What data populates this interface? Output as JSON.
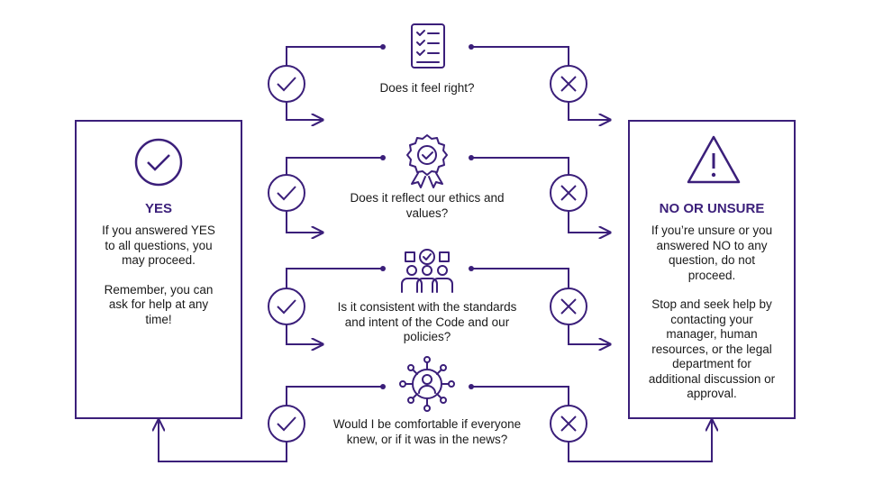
{
  "yes_box": {
    "title": "YES",
    "line1": "If you answered YES",
    "line2": "to all questions, you",
    "line3": "may proceed.",
    "line4": "Remember, you can",
    "line5": "ask for help at any",
    "line6": "time!",
    "icon": "checkmark-circle-icon"
  },
  "no_box": {
    "title": "NO OR UNSURE",
    "line1": "If you’re unsure or you",
    "line2": "answered NO to any",
    "line3": "question, do not",
    "line4": "proceed.",
    "line5": "Stop and seek help by",
    "line6": "contacting your",
    "line7": "manager, human",
    "line8": "resources, or the legal",
    "line9": "department for",
    "line10": "additional discussion or",
    "line11": "approval.",
    "icon": "warning-triangle-icon"
  },
  "questions": [
    {
      "lines": [
        "Does it feel right?"
      ],
      "icon": "checklist-icon"
    },
    {
      "lines": [
        "Does it reflect our ethics and",
        "values?"
      ],
      "icon": "award-badge-icon"
    },
    {
      "lines": [
        "Is it consistent with the standards",
        "and intent of the Code and our",
        "policies?"
      ],
      "icon": "team-check-icon"
    },
    {
      "lines": [
        "Would I be comfortable if everyone",
        "knew, or if it was in the news?"
      ],
      "icon": "network-person-icon"
    }
  ],
  "colors": {
    "accent": "#3b1f7a",
    "text": "#1a1a1a",
    "background": "#ffffff"
  }
}
